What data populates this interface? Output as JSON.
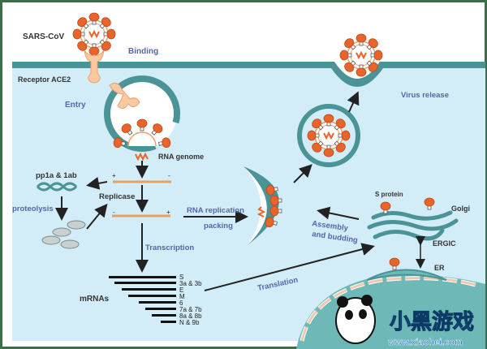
{
  "labels": {
    "virus": "SARS-CoV",
    "receptor": "Receptor  ACE2",
    "rna_genome": "RNA genome",
    "polyprotein": "pp1a & 1ab",
    "replicase": "Replicase",
    "mrnas": "mRNAs",
    "s_protein": "S protein",
    "golgi": "Golgi",
    "ergic": "ERGIC",
    "er": "ER",
    "plus": "+",
    "minus": "-"
  },
  "steps": {
    "binding": "Binding",
    "entry": "Entry",
    "proteolysis": "proteolysis",
    "transcription": "Transcription",
    "rna_replication": "RNA replication",
    "packing": "packing",
    "assembly_1": "Assembly",
    "assembly_2": "and budding",
    "translation": "Translation",
    "virus_release": "Virus release"
  },
  "mrna_list": [
    "S",
    "3a & 3b",
    "E",
    "M",
    "6",
    "7a & 7b",
    "8a & 8b",
    "N & 9b"
  ],
  "watermark": {
    "logo": "小黑游戏",
    "url": "www.xiaohei.com"
  },
  "colors": {
    "membrane": "#4a9396",
    "cytoplasm": "#d2edf7",
    "spike": "#e8642a",
    "receptor": "#f9c9a0",
    "step_text": "#5566aa",
    "border": "#3b6e46"
  }
}
